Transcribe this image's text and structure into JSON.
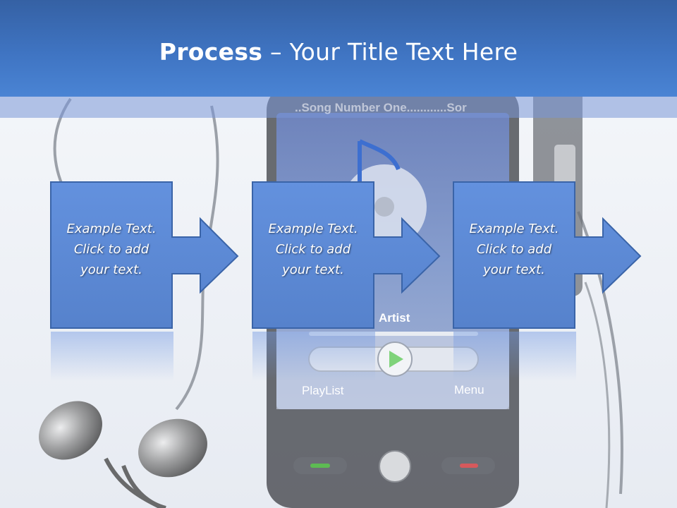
{
  "slide": {
    "title_bold": "Process",
    "title_rest": " – Your Title Text Here"
  },
  "steps": [
    {
      "line1": "Example Text.",
      "line2": "Click  to add",
      "line3": "your text."
    },
    {
      "line1": "Example Text.",
      "line2": "Click  to add",
      "line3": "your text."
    },
    {
      "line1": "Example Text.",
      "line2": "Click  to add",
      "line3": "your text."
    }
  ],
  "player": {
    "song": "..Song Number One............Sor",
    "artist": "Artist",
    "playlist": "PlayList",
    "menu": "Menu"
  },
  "colors": {
    "title_band": "#3f74c2",
    "step_fill": "#5b8ad6",
    "step_border": "#3a64a8"
  }
}
